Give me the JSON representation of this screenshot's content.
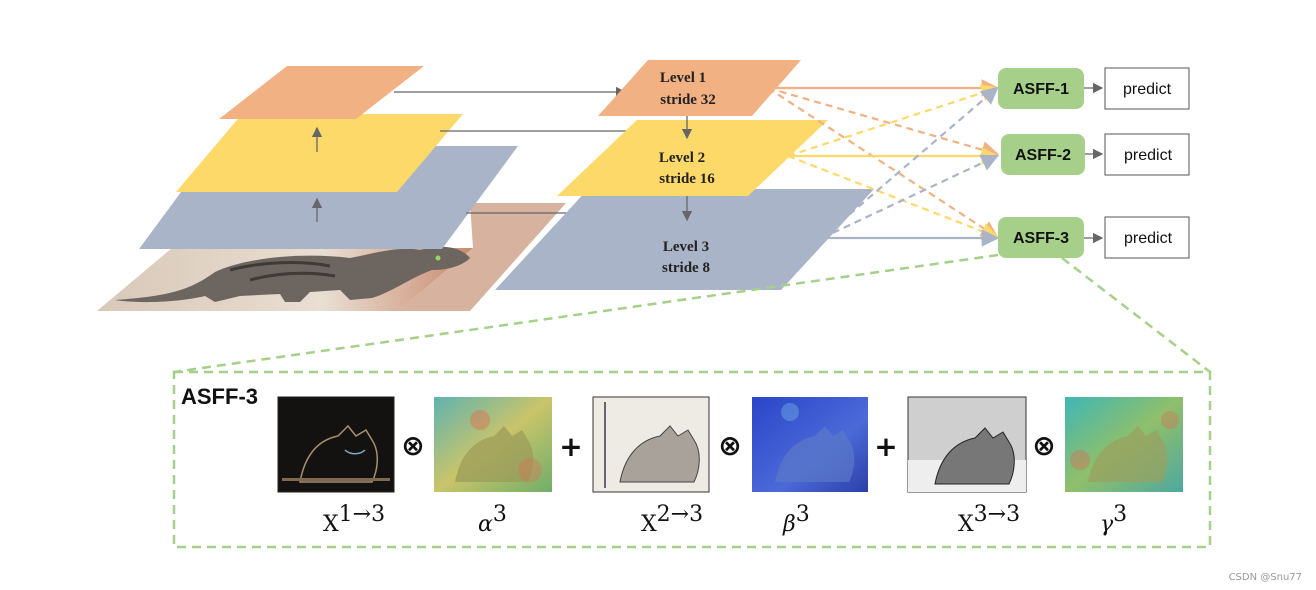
{
  "pyramid": {
    "level1": {
      "line1": "Level 1",
      "line2": "stride 32"
    },
    "level2": {
      "line1": "Level 2",
      "line2": "stride 16"
    },
    "level3": {
      "line1": "Level 3",
      "line2": "stride 8"
    }
  },
  "asff_blocks": [
    {
      "label": "ASFF-1",
      "predict": "predict"
    },
    {
      "label": "ASFF-2",
      "predict": "predict"
    },
    {
      "label": "ASFF-3",
      "predict": "predict"
    }
  ],
  "detail": {
    "title": "ASFF-3",
    "terms": [
      {
        "base": "X",
        "sup": "1→3"
      },
      {
        "base": "α",
        "sup": "3"
      },
      {
        "base": "X",
        "sup": "2→3"
      },
      {
        "base": "β",
        "sup": "3"
      },
      {
        "base": "X",
        "sup": "3→3"
      },
      {
        "base": "γ",
        "sup": "3"
      }
    ],
    "otimes": "⊗",
    "plus": "+"
  },
  "colors": {
    "level1": "#f2b183",
    "level2": "#fdd96a",
    "level3": "#a9b4c8",
    "asff": "#a6d08a",
    "dash_green": "#a6d08a"
  },
  "watermark": "CSDN @Snu77"
}
